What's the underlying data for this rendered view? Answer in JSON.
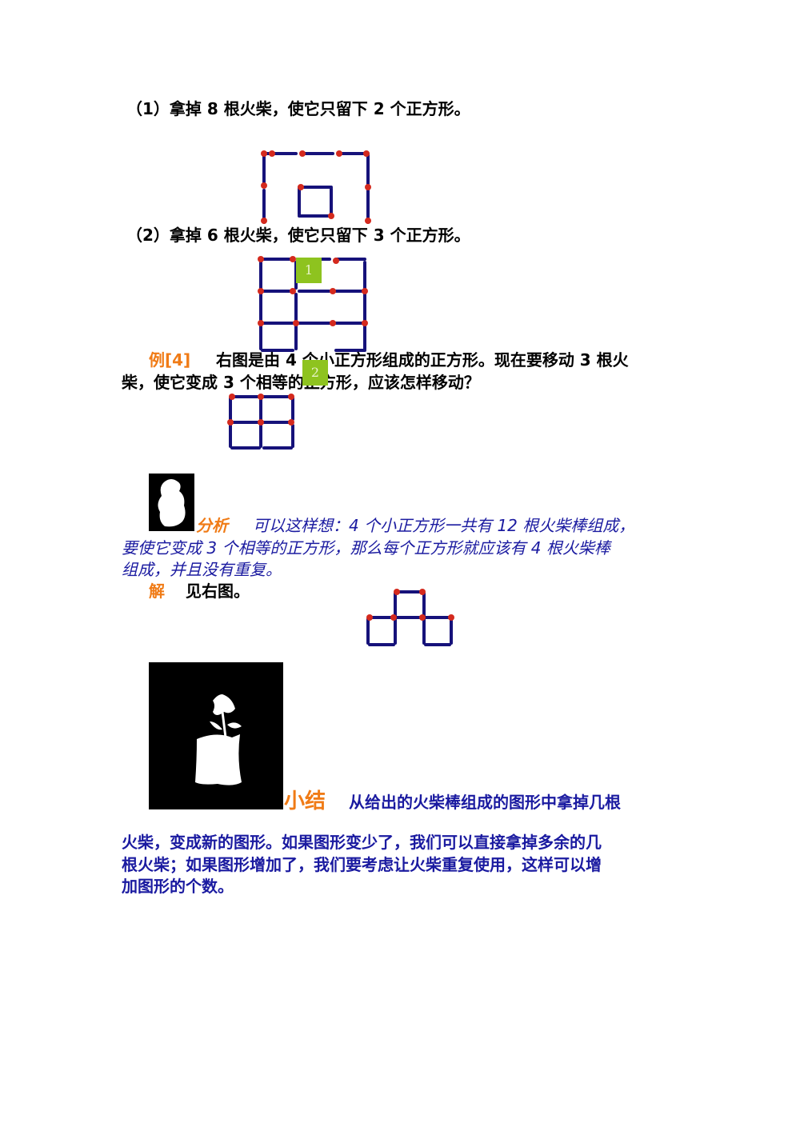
{
  "problem1": {
    "label": "（1）",
    "text": "拿掉 8 根火柴，使它只留下 2 个正方形。"
  },
  "problem2": {
    "label": "（2）",
    "text": "拿掉 6 根火柴，使它只留下 3 个正方形。"
  },
  "example": {
    "label": "例[4]",
    "line1": "右图是由 4 个小正方形组成的正方形。现在要移动 3 根火",
    "line2": "柴，使它变成 3 个相等的正方形，应该怎样移动？"
  },
  "badges": {
    "one": "1",
    "two": "2"
  },
  "analysis": {
    "label": "分析",
    "line1": "可以这样想：4 个小正方形一共有 12 根火柴棒组成，",
    "line2": "要使它变成 3 个相等的正方形，那么每个正方形就应该有 4 根火柴棒",
    "line3": "组成，并且没有重复。"
  },
  "solution": {
    "label": "解",
    "text": "见右图。"
  },
  "summary": {
    "label": "小结",
    "line1": "从给出的火柴棒组成的图形中拿掉几根",
    "line2": "火柴，变成新的图形。如果图形变少了，我们可以直接拿掉多余的几",
    "line3": "根火柴；如果图形增加了，我们要考虑让火柴重复使用，这样可以增",
    "line4": "加图形的个数。"
  },
  "colors": {
    "label_orange": "#f07b16",
    "text_blue": "#1a1aa0",
    "stick": "#16127a",
    "head": "#d42a1e",
    "badge": "#8ec31f"
  }
}
